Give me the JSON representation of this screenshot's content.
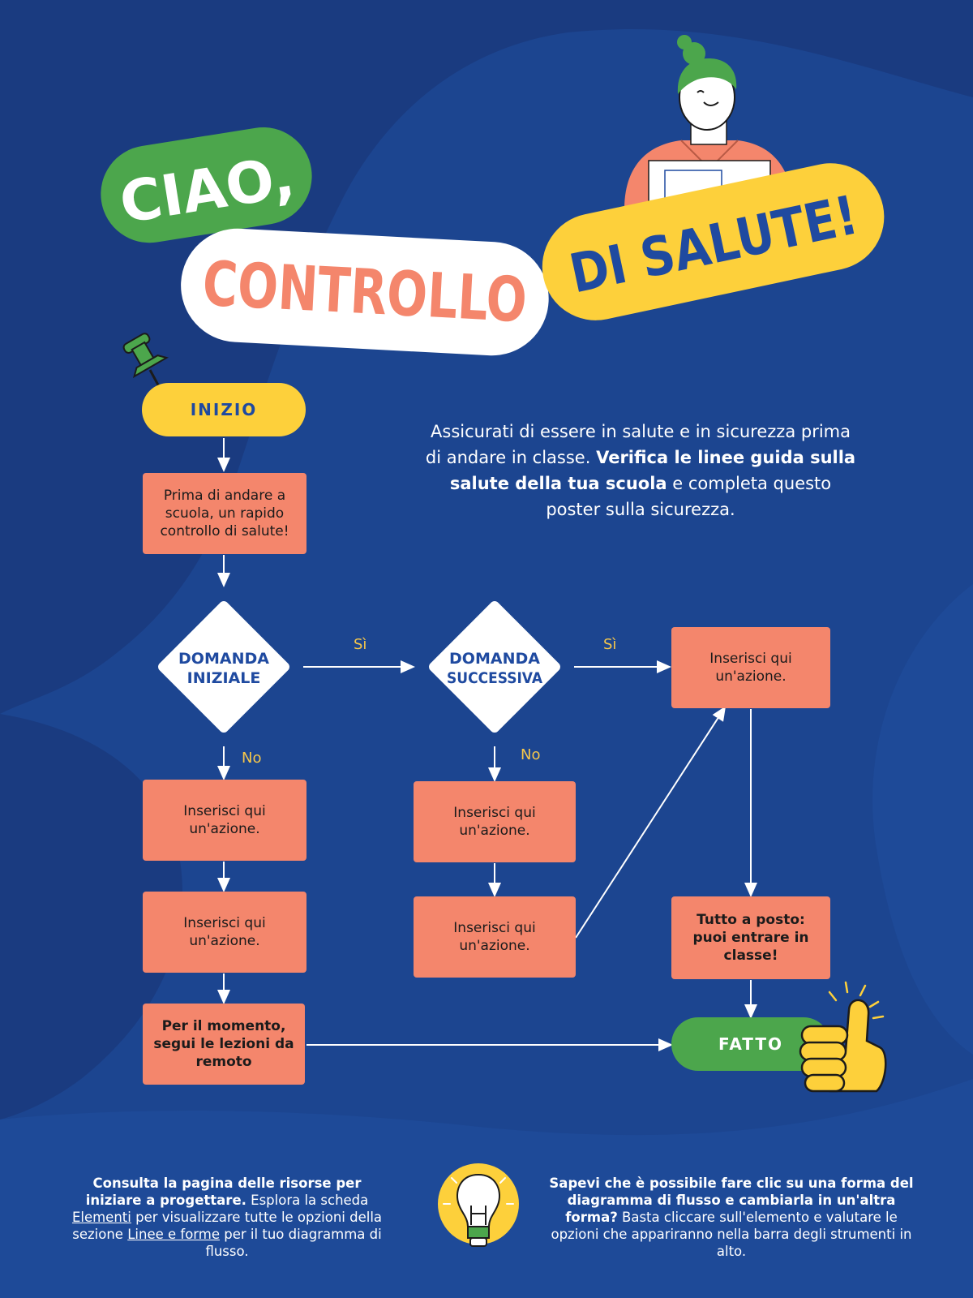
{
  "title": {
    "line1": "CIAO,",
    "line2": "CONTROLLO",
    "line3": "DI SALUTE!"
  },
  "intro": {
    "part1": "Assicurati di essere in salute e in sicurezza prima di andare in classe. ",
    "bold": "Verifica le linee guida sulla salute della tua scuola",
    "part2": " e completa questo poster sulla sicurezza."
  },
  "flow": {
    "start": "INIZIO",
    "first_step": "Prima di andare a scuola, un rapido controllo di salute!",
    "question1": [
      "DOMANDA",
      "INIZIALE"
    ],
    "question2": [
      "DOMANDA",
      "SUCCESSIVA"
    ],
    "yes_label": "Sì",
    "no_label": "No",
    "action_placeholder": "Inserisci qui un'azione.",
    "remote": "Per il momento, segui le lezioni da remoto",
    "ok": "Tutto a posto: puoi entrare in classe!",
    "done": "FATTO"
  },
  "footer_left": {
    "bold": "Consulta la pagina delle risorse per iniziare a progettare.",
    "text1": " Esplora la scheda ",
    "link1": "Elementi",
    "text2": " per visualizzare tutte le opzioni della sezione ",
    "link2": "Linee e forme",
    "text3": " per il tuo diagramma di flusso."
  },
  "footer_right": {
    "bold": "Sapevi che è possibile fare clic su una forma del diagramma di flusso e cambiarla in un'altra forma?",
    "text": " Basta cliccare sull'elemento e valutare le opzioni che appariranno nella barra degli strumenti in alto."
  },
  "icons": [
    "pushpin-icon",
    "thumbs-up-icon",
    "lightbulb-icon",
    "person-illustration"
  ],
  "colors": {
    "background": "#1c4590",
    "green": "#4ca64c",
    "yellow": "#fdd03b",
    "salmon": "#f4866c",
    "white": "#ffffff",
    "navy_text": "#1f4aa0"
  }
}
